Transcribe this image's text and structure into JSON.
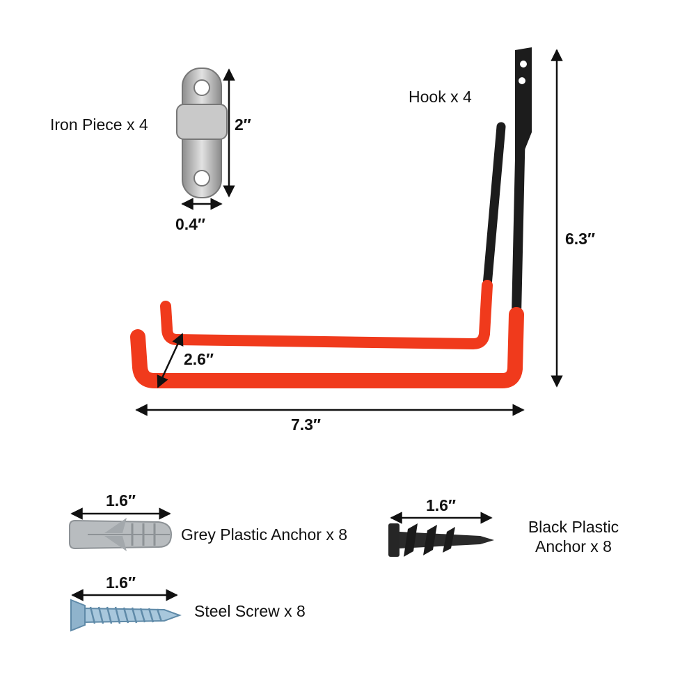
{
  "iron_piece": {
    "label": "Iron Piece x 4",
    "height": "2″",
    "width": "0.4″"
  },
  "hook": {
    "label": "Hook x 4",
    "height": "6.3″",
    "width": "7.3″",
    "depth": "2.6″"
  },
  "grey_anchor": {
    "label": "Grey Plastic Anchor x 8",
    "length": "1.6″"
  },
  "black_anchor": {
    "label_line1": "Black Plastic",
    "label_line2": "Anchor x 8",
    "length": "1.6″"
  },
  "steel_screw": {
    "label": "Steel Screw x 8",
    "length": "1.6″"
  },
  "colors": {
    "hook_coating": "#f03a1c",
    "hook_metal": "#1c1c1c",
    "grey_anchor": "#b8bcbf",
    "screw": "#8fb3cc"
  }
}
